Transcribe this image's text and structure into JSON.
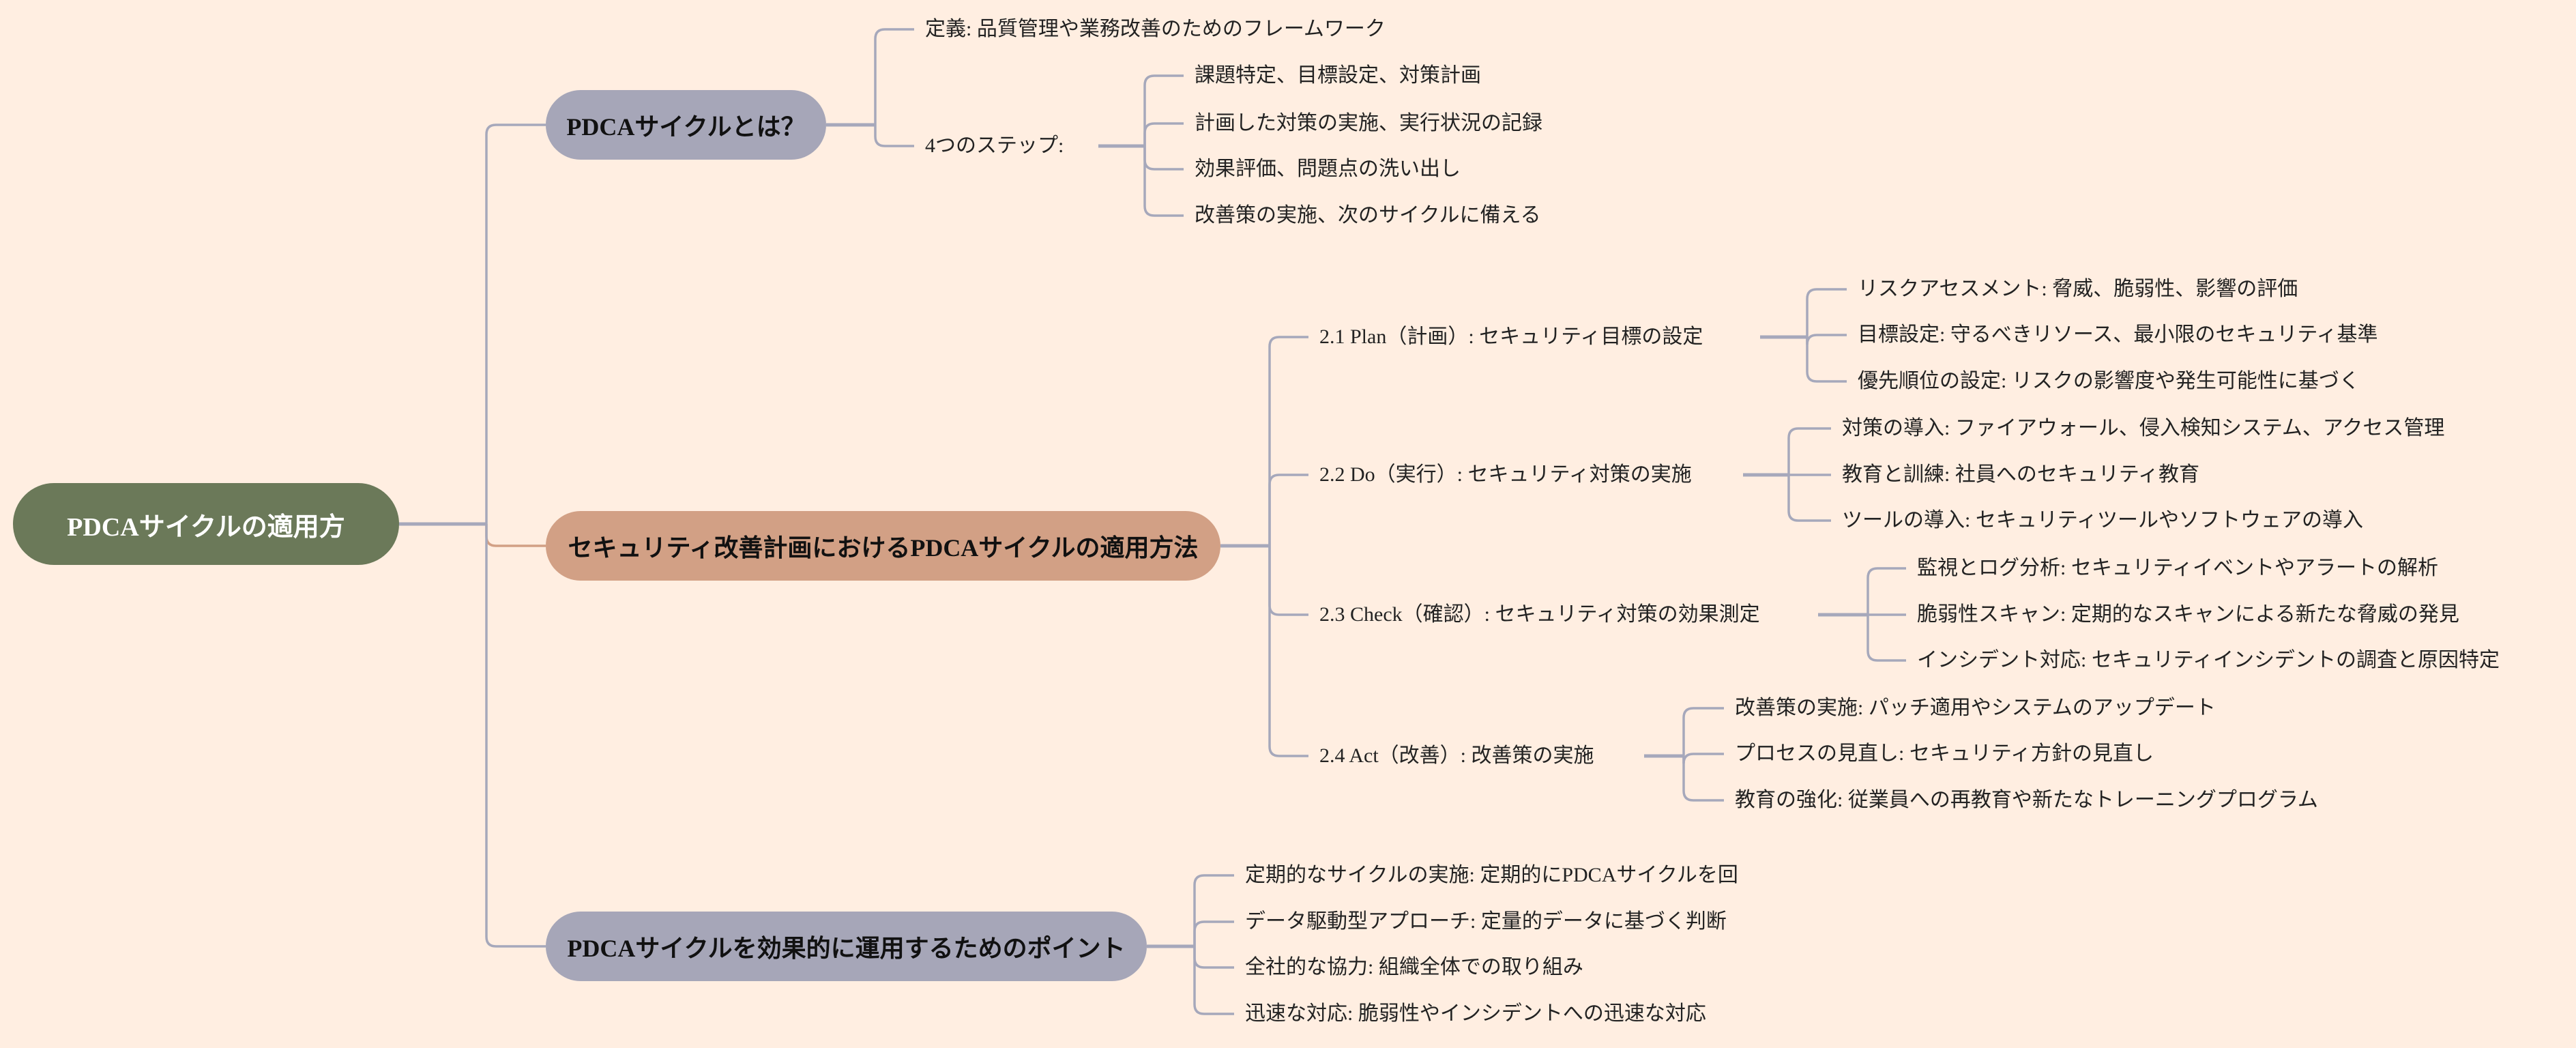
{
  "root": {
    "label": "PDCAサイクルの適用方"
  },
  "branches": [
    {
      "label": "PDCAサイクルとは？",
      "children": [
        {
          "label": "定義: 品質管理や業務改善のためのフレームワーク"
        },
        {
          "label": "4つのステップ:",
          "children": [
            "課題特定、目標設定、対策計画",
            "計画した対策の実施、実行状況の記録",
            "効果評価、問題点の洗い出し",
            "改善策の実施、次のサイクルに備える"
          ]
        }
      ]
    },
    {
      "label": "セキュリティ改善計画におけるPDCAサイクルの適用方法",
      "children": [
        {
          "label": "2.1 Plan（計画）: セキュリティ目標の設定",
          "children": [
            "リスクアセスメント: 脅威、脆弱性、影響の評価",
            "目標設定: 守るべきリソース、最小限のセキュリティ基準",
            "優先順位の設定: リスクの影響度や発生可能性に基づく"
          ]
        },
        {
          "label": "2.2 Do（実行）: セキュリティ対策の実施",
          "children": [
            "対策の導入: ファイアウォール、侵入検知システム、アクセス管理",
            "教育と訓練: 社員へのセキュリティ教育",
            "ツールの導入: セキュリティツールやソフトウェアの導入"
          ]
        },
        {
          "label": "2.3 Check（確認）: セキュリティ対策の効果測定",
          "children": [
            "監視とログ分析: セキュリティイベントやアラートの解析",
            "脆弱性スキャン: 定期的なスキャンによる新たな脅威の発見",
            "インシデント対応: セキュリティインシデントの調査と原因特定"
          ]
        },
        {
          "label": "2.4 Act（改善）: 改善策の実施",
          "children": [
            "改善策の実施: パッチ適用やシステムのアップデート",
            "プロセスの見直し: セキュリティ方針の見直し",
            "教育の強化: 従業員への再教育や新たなトレーニングプログラム"
          ]
        }
      ]
    },
    {
      "label": "PDCAサイクルを効果的に運用するためのポイント",
      "children": [
        {
          "label": "定期的なサイクルの実施: 定期的にPDCAサイクルを回"
        },
        {
          "label": "データ駆動型アプローチ: 定量的データに基づく判断"
        },
        {
          "label": "全社的な協力: 組織全体での取り組み"
        },
        {
          "label": "迅速な対応: 脆弱性やインシデントへの迅速な対応"
        }
      ]
    }
  ],
  "colors": {
    "root": "#6b7959",
    "branch_gray": "#a6a6b8",
    "branch_accent": "#d2a085",
    "line": "#a6a8bb",
    "background": "#ffeee1"
  }
}
